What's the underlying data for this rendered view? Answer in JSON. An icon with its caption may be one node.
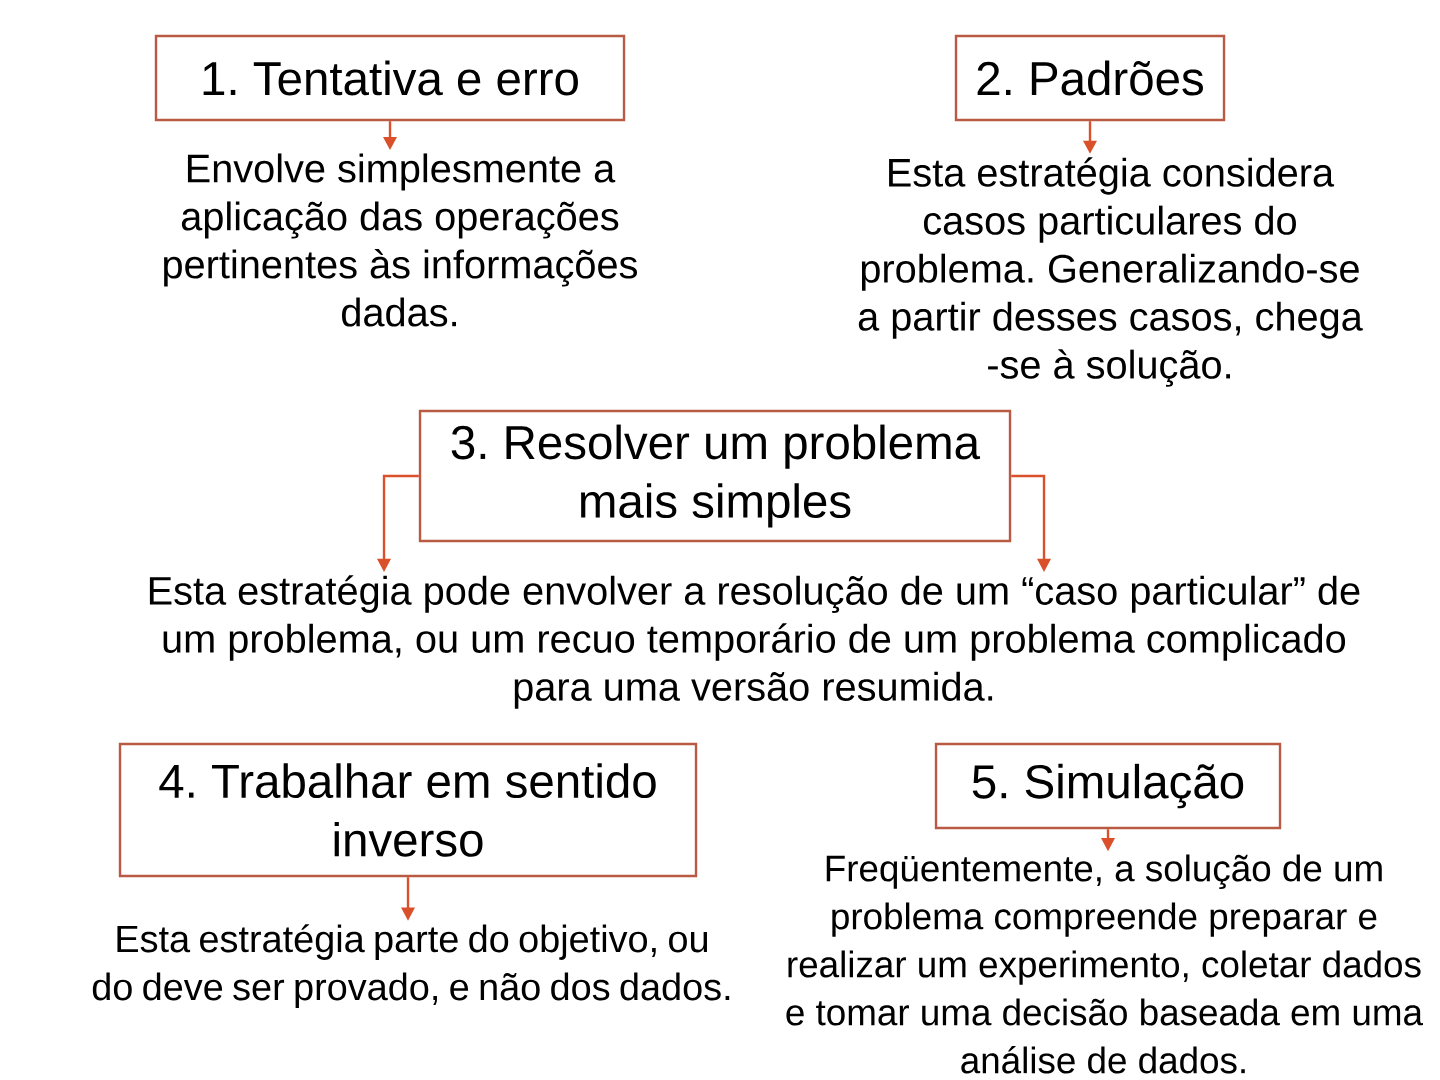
{
  "diagram": {
    "nodes": [
      {
        "text": [
          "1. Tentativa e erro"
        ]
      },
      {
        "text": [
          "Envolve simplesmente a aplicação das operações pertinentes às informações dadas."
        ]
      },
      {
        "text": [
          "2. Padrões"
        ]
      },
      {
        "text": [
          "Esta estratégia considera casos particulares do problema. Generalizando-se a partir desses casos, chega -se à solução."
        ]
      },
      {
        "text": [
          "3. Resolver um problema mais simples"
        ]
      },
      {
        "text": [
          "Esta estratégia pode envolver a resolução de um “caso particular” de um problema, ou um recuo temporário de um problema complicado para uma versão resumida."
        ]
      },
      {
        "text": [
          "4. Trabalhar em sentido inverso"
        ]
      },
      {
        "text": [
          "Esta estratégia parte do objetivo, ou do deve ser provado, e não dos dados."
        ]
      },
      {
        "text": [
          "5. Simulação"
        ]
      },
      {
        "text": [
          "Freqüentemente, a solução de um problema compreende preparar e realizar um experimento, coletar dados e tomar uma decisão baseada em uma análise de dados."
        ]
      }
    ],
    "edges": [
      {
        "from": 0,
        "to": 1,
        "arrow": "to"
      },
      {
        "from": 2,
        "to": 3,
        "arrow": "to"
      },
      {
        "from": 4,
        "to": 5,
        "arrow": "to"
      },
      {
        "from": 4,
        "to": 5,
        "arrow": "to"
      },
      {
        "from": 6,
        "to": 7,
        "arrow": "to"
      },
      {
        "from": 8,
        "to": 9,
        "arrow": "to"
      }
    ]
  }
}
